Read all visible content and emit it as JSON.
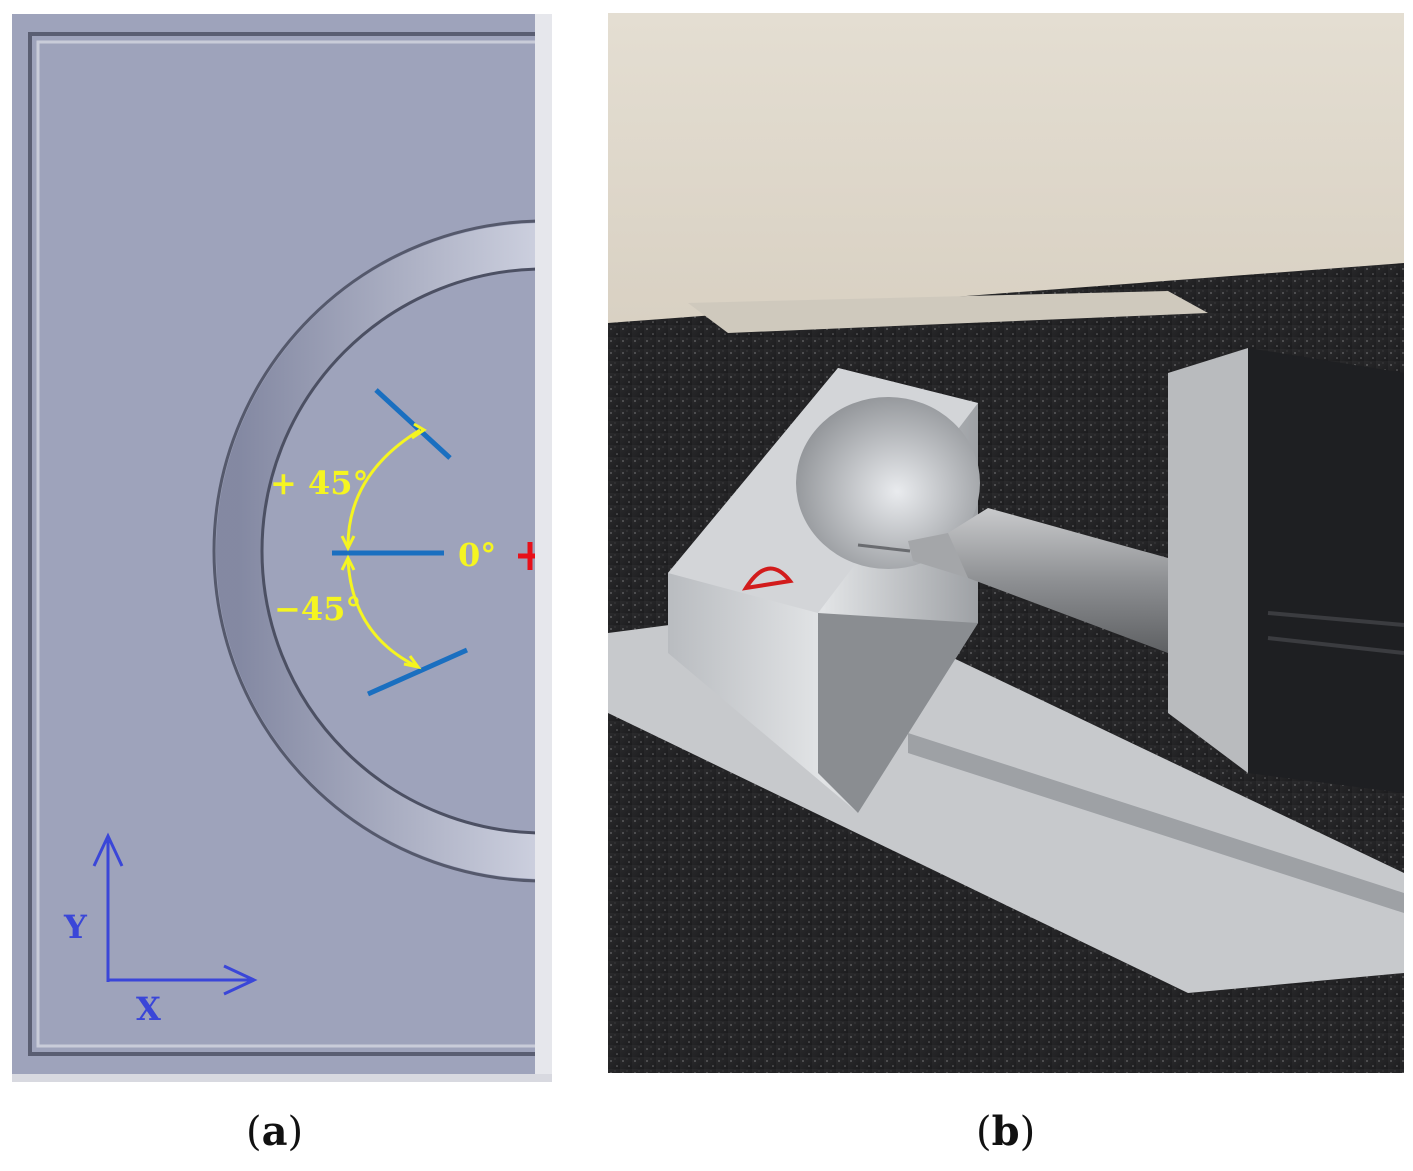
{
  "panel_a": {
    "angle_plus": "+ 45°",
    "angle_zero": "0°",
    "angle_minus": "−45°",
    "axis_y": "Y",
    "axis_x": "X",
    "colors": {
      "background": "#9ea3bb",
      "probe_line": "#1a6fc0",
      "angle_arrow": "#f5f520",
      "axes": "#3a46d8",
      "origin_mark": "#e8101a"
    }
  },
  "panel_b": {
    "description_icon": "photo-measuring-probe-in-aluminium-fixture"
  },
  "captions": {
    "a_open": "(",
    "a_letter": "a",
    "a_close": ")",
    "b_open": "(",
    "b_letter": "b",
    "b_close": ")"
  }
}
